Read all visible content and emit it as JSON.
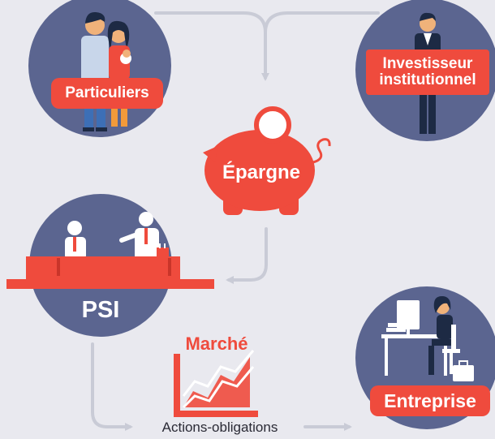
{
  "colors": {
    "background": "#e9e9ef",
    "circle": "#5b6590",
    "accent": "#ef4b3d",
    "arrow": "#c9cbd6",
    "suit": "#1d2a44",
    "shirt": "#f2f2f2"
  },
  "nodes": {
    "particuliers": {
      "label": "Particuliers"
    },
    "investisseur": {
      "line1": "Investisseur",
      "line2": "institutionnel"
    },
    "epargne": {
      "label": "Épargne"
    },
    "psi": {
      "label": "PSI"
    },
    "marche": {
      "label": "Marché"
    },
    "entreprise": {
      "label": "Entreprise"
    }
  },
  "flows": {
    "actions_obligations": "Actions-obligations"
  }
}
